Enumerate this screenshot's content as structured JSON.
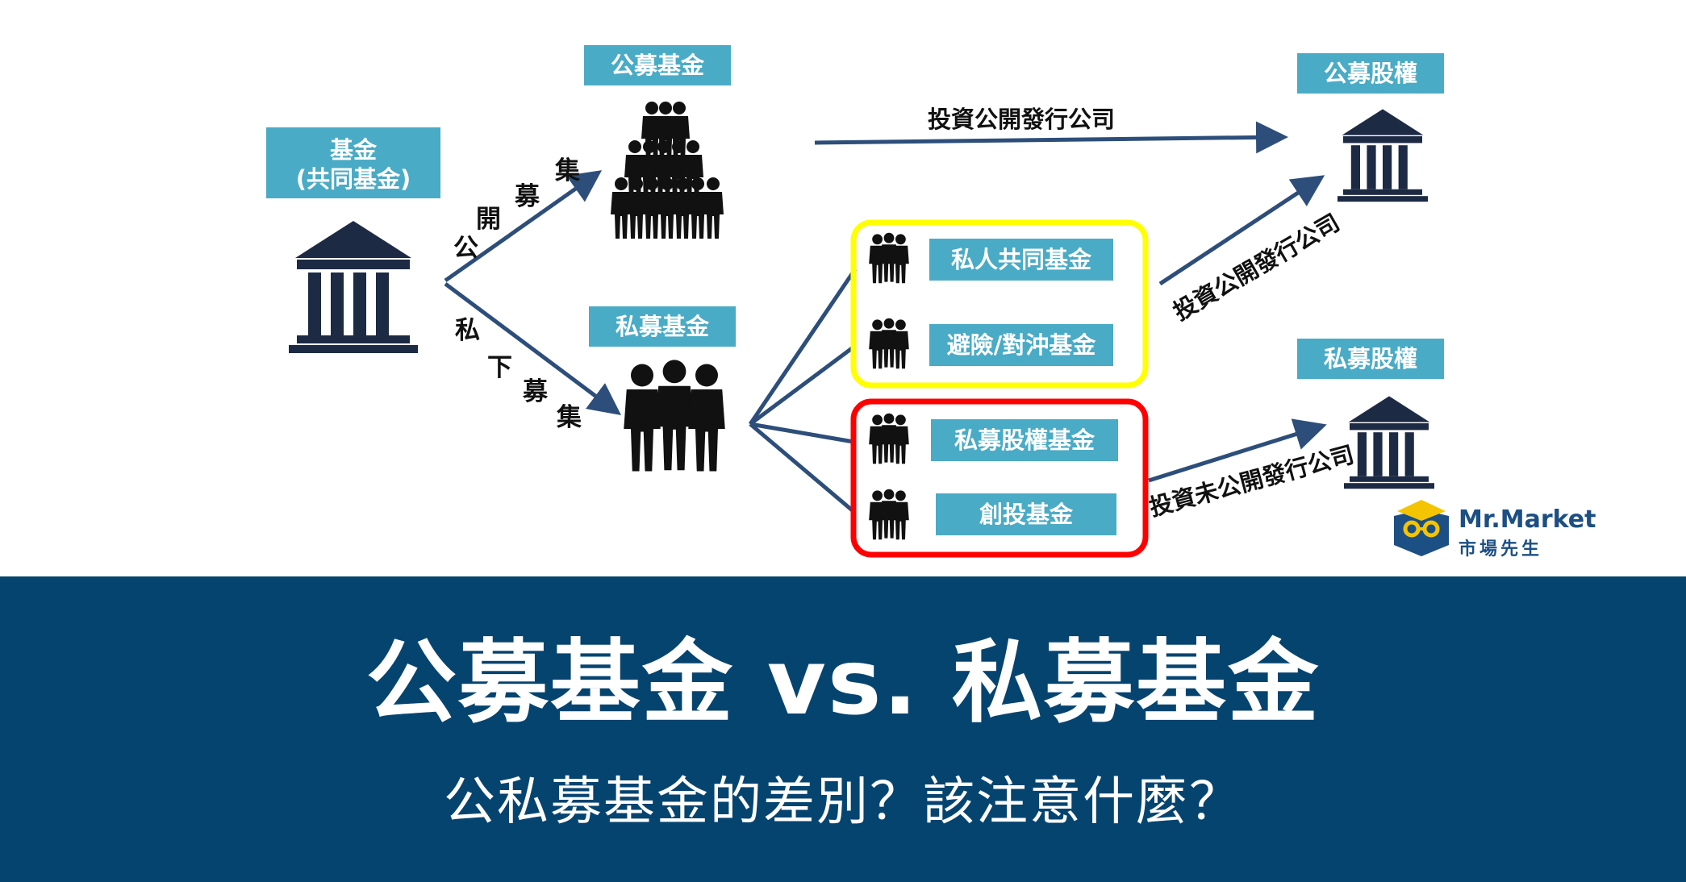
{
  "diagram": {
    "fund_box": {
      "line1": "基金",
      "line2": "(共同基金)"
    },
    "public_fund_box": "公募基金",
    "private_fund_box": "私募基金",
    "public_equity_box": "公募股權",
    "private_equity_box": "私募股權",
    "public_raise_chars": [
      "公",
      "開",
      "募",
      "集"
    ],
    "private_raise_chars": [
      "私",
      "下",
      "募",
      "集"
    ],
    "invest_public_top": "投資公開發行公司",
    "invest_public_diag": "投資公開發行公司",
    "invest_unlisted_diag": "投資未公開發行公司",
    "fund_types": {
      "private_mutual": "私人共同基金",
      "hedge": "避險/對沖基金",
      "private_equity": "私募股權基金",
      "venture": "創投基金"
    },
    "group_colors": {
      "yellow_group": "#ffff00",
      "red_group": "#ff0000"
    },
    "colors": {
      "label_bg": "#4aabc6",
      "arrow": "#2d4e7a",
      "icon": "#1d2a44"
    }
  },
  "brand": {
    "name": "Mr.Market",
    "name_zh": "市場先生",
    "logo_icon": "glasses-mascot-icon"
  },
  "banner": {
    "title": "公募基金 vs. 私募基金",
    "subtitle": "公私募基金的差別？該注意什麼？",
    "background": "#064470"
  }
}
